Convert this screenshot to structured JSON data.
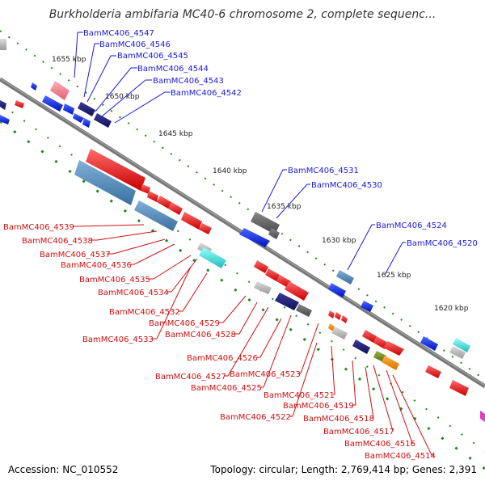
{
  "title": "Burkholderia ambifaria MC40-6 chromosome 2, complete sequenc...",
  "accession": "Accession: NC_010552",
  "summary": "Topology: circular; Length: 2,769,414 bp; Genes: 2,391",
  "colors": {
    "backbone": "#7a7a7a",
    "ruler": "#1e8a1e",
    "forward_gene": "#1a1ae0",
    "reverse_gene": "#e01010",
    "label_blue": "#1a1ae0",
    "label_red": "#d01010"
  },
  "kbp_ticks": [
    "1655 kbp",
    "1650 kbp",
    "1645 kbp",
    "1640 kbp",
    "1635 kbp",
    "1630 kbp",
    "1625 kbp",
    "1620 kbp"
  ],
  "labels_top": [
    "BamMC406_4547",
    "BamMC406_4546",
    "BamMC406_4545",
    "BamMC406_4544",
    "BamMC406_4543",
    "BamMC406_4542",
    "BamMC406_4531",
    "BamMC406_4530",
    "BamMC406_4524",
    "BamMC406_4520"
  ],
  "labels_bottom": [
    "BamMC406_4539",
    "BamMC406_4538",
    "BamMC406_4537",
    "BamMC406_4536",
    "BamMC406_4535",
    "BamMC406_4534",
    "BamMC406_4532",
    "BamMC406_4529",
    "BamMC406_4528",
    "BamMC406_4533",
    "BamMC406_4526",
    "BamMC406_4527",
    "BamMC406_4523",
    "BamMC406_4525",
    "BamMC406_4521",
    "BamMC406_4519",
    "BamMC406_4522",
    "BamMC406_4518",
    "BamMC406_4517",
    "BamMC406_4516",
    "BamMC406_4514"
  ]
}
